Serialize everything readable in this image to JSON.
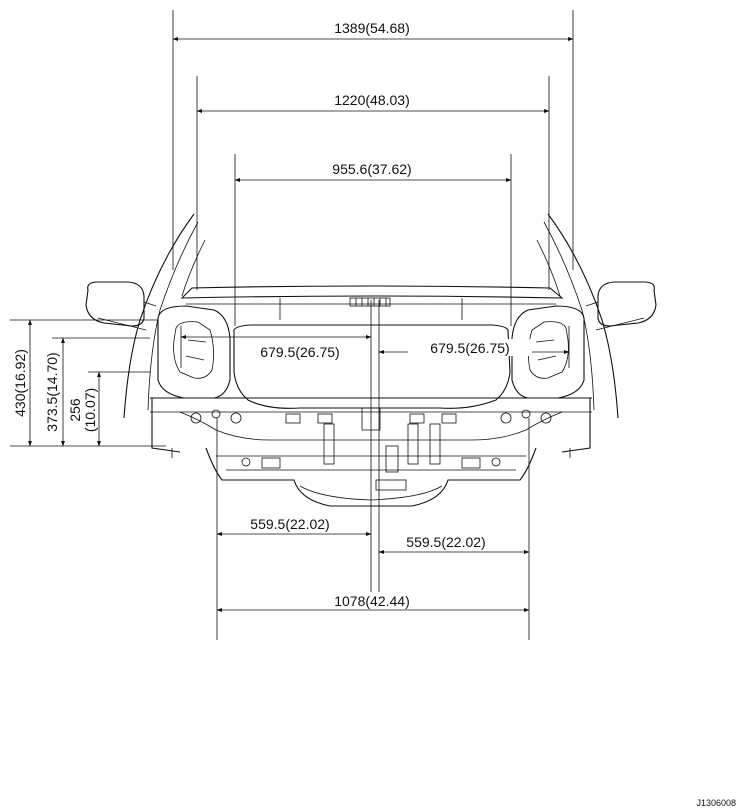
{
  "dimensions": {
    "overall_width": "1389(54.68)",
    "width_1220": "1220(48.03)",
    "opening_width": "955.6(37.62)",
    "half_left": "679.5(26.75)",
    "half_right": "679.5(26.75)",
    "height_430": "430(16.92)",
    "height_373": "373.5(14.70)",
    "height_256": "256",
    "height_256_in": "(10.07)",
    "lower_half_left": "559.5(22.02)",
    "lower_half_right": "559.5(22.02)",
    "lower_width": "1078(42.44)"
  },
  "figure_id": "J1306008",
  "colors": {
    "line": "#111111",
    "background": "#ffffff"
  }
}
